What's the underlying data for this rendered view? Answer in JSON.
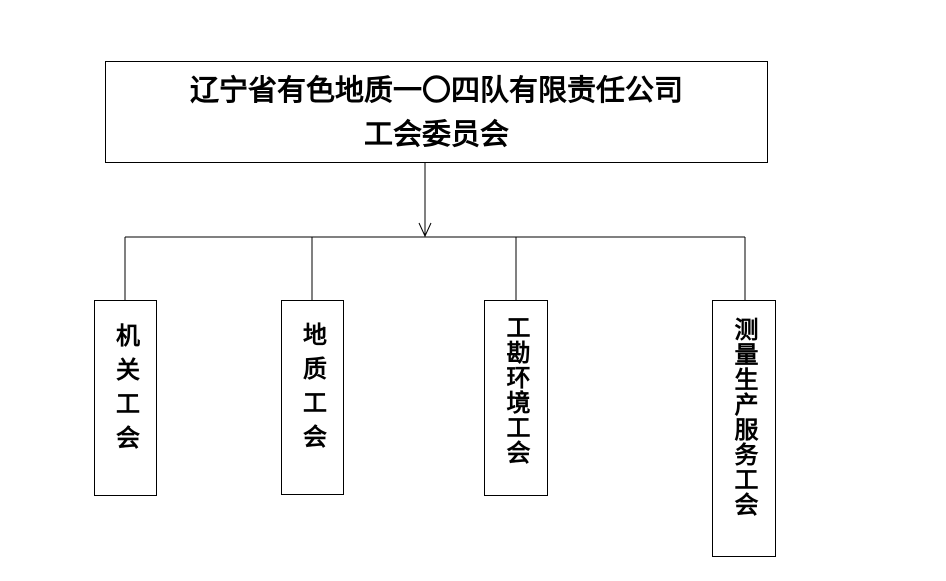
{
  "org_chart": {
    "root": {
      "line1": "辽宁省有色地质一〇四队有限责任公司",
      "line2": "工会委员会"
    },
    "children": [
      {
        "label": "机关工会"
      },
      {
        "label": "地质工会"
      },
      {
        "label": "工勘环境工会"
      },
      {
        "label": "测量生产服务工会"
      }
    ]
  },
  "colors": {
    "stroke": "#000000",
    "background": "#ffffff"
  }
}
